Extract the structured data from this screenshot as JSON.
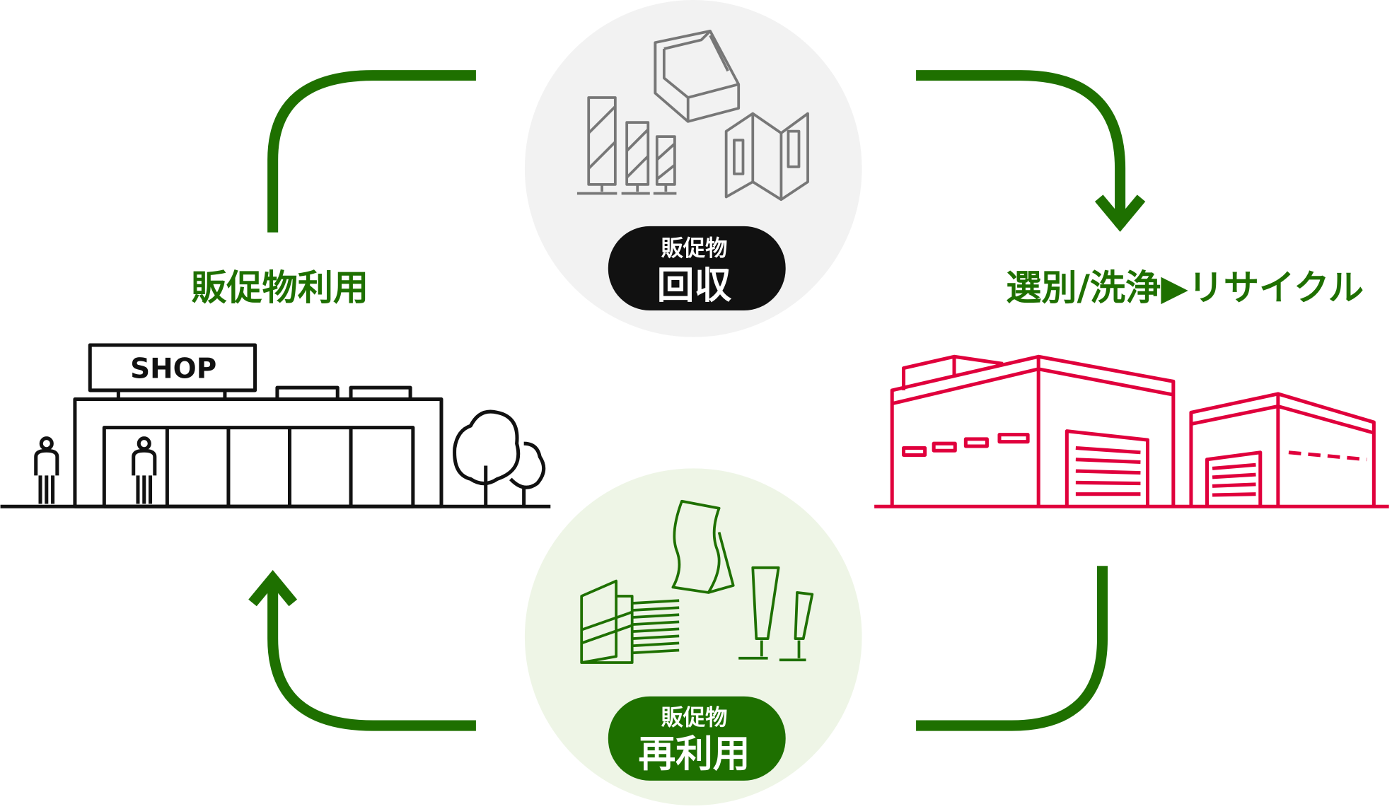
{
  "colors": {
    "green": "#1e7000",
    "red": "#e0003c",
    "black": "#111111",
    "top_circle": "#f2f2f2",
    "bottom_circle": "#eef5e6"
  },
  "labels": {
    "use": "販促物利用",
    "recycle": "選別/洗浄▶リサイクル",
    "shop_sign": "SHOP"
  },
  "badges": {
    "collect": {
      "small": "販促物",
      "large": "回収"
    },
    "reuse": {
      "small": "販促物",
      "large": "再利用"
    }
  }
}
